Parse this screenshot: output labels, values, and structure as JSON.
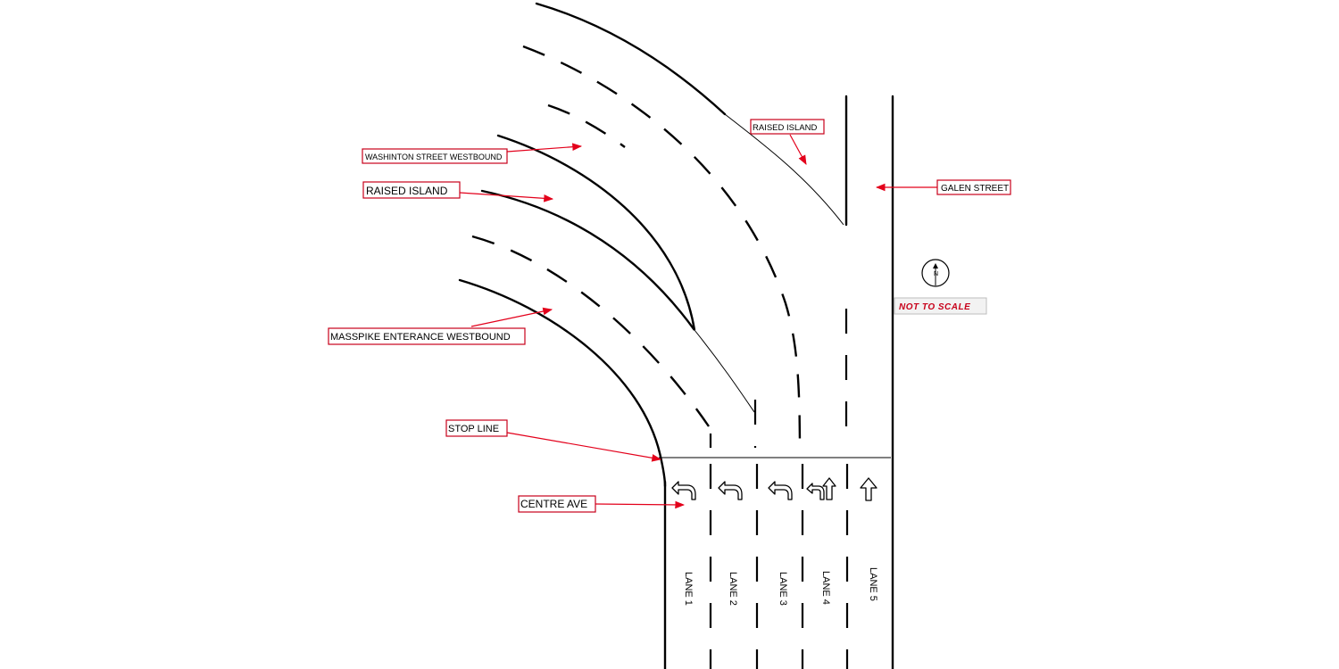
{
  "labels": {
    "washington_street": "WASHINTON STREET WESTBOUND",
    "raised_island_left": "RAISED ISLAND",
    "raised_island_top": "RAISED ISLAND",
    "masspike_entrance": "MASSPIKE ENTERANCE WESTBOUND",
    "stop_line": "STOP LINE",
    "centre_ave": "CENTRE AVE",
    "galen_street": "GALEN STREET",
    "not_to_scale": "NOT TO SCALE",
    "north_letter": "N"
  },
  "lanes": [
    {
      "label": "LANE 1",
      "arrow": "left-turn-arrow-icon"
    },
    {
      "label": "LANE 2",
      "arrow": "left-turn-arrow-icon"
    },
    {
      "label": "LANE 3",
      "arrow": "left-turn-arrow-icon"
    },
    {
      "label": "LANE 4",
      "arrow": "left-and-through-arrow-icon"
    },
    {
      "label": "LANE 5",
      "arrow": "through-arrow-icon"
    }
  ],
  "colors": {
    "annotation_red": "#e3001b",
    "linework": "#000000"
  }
}
